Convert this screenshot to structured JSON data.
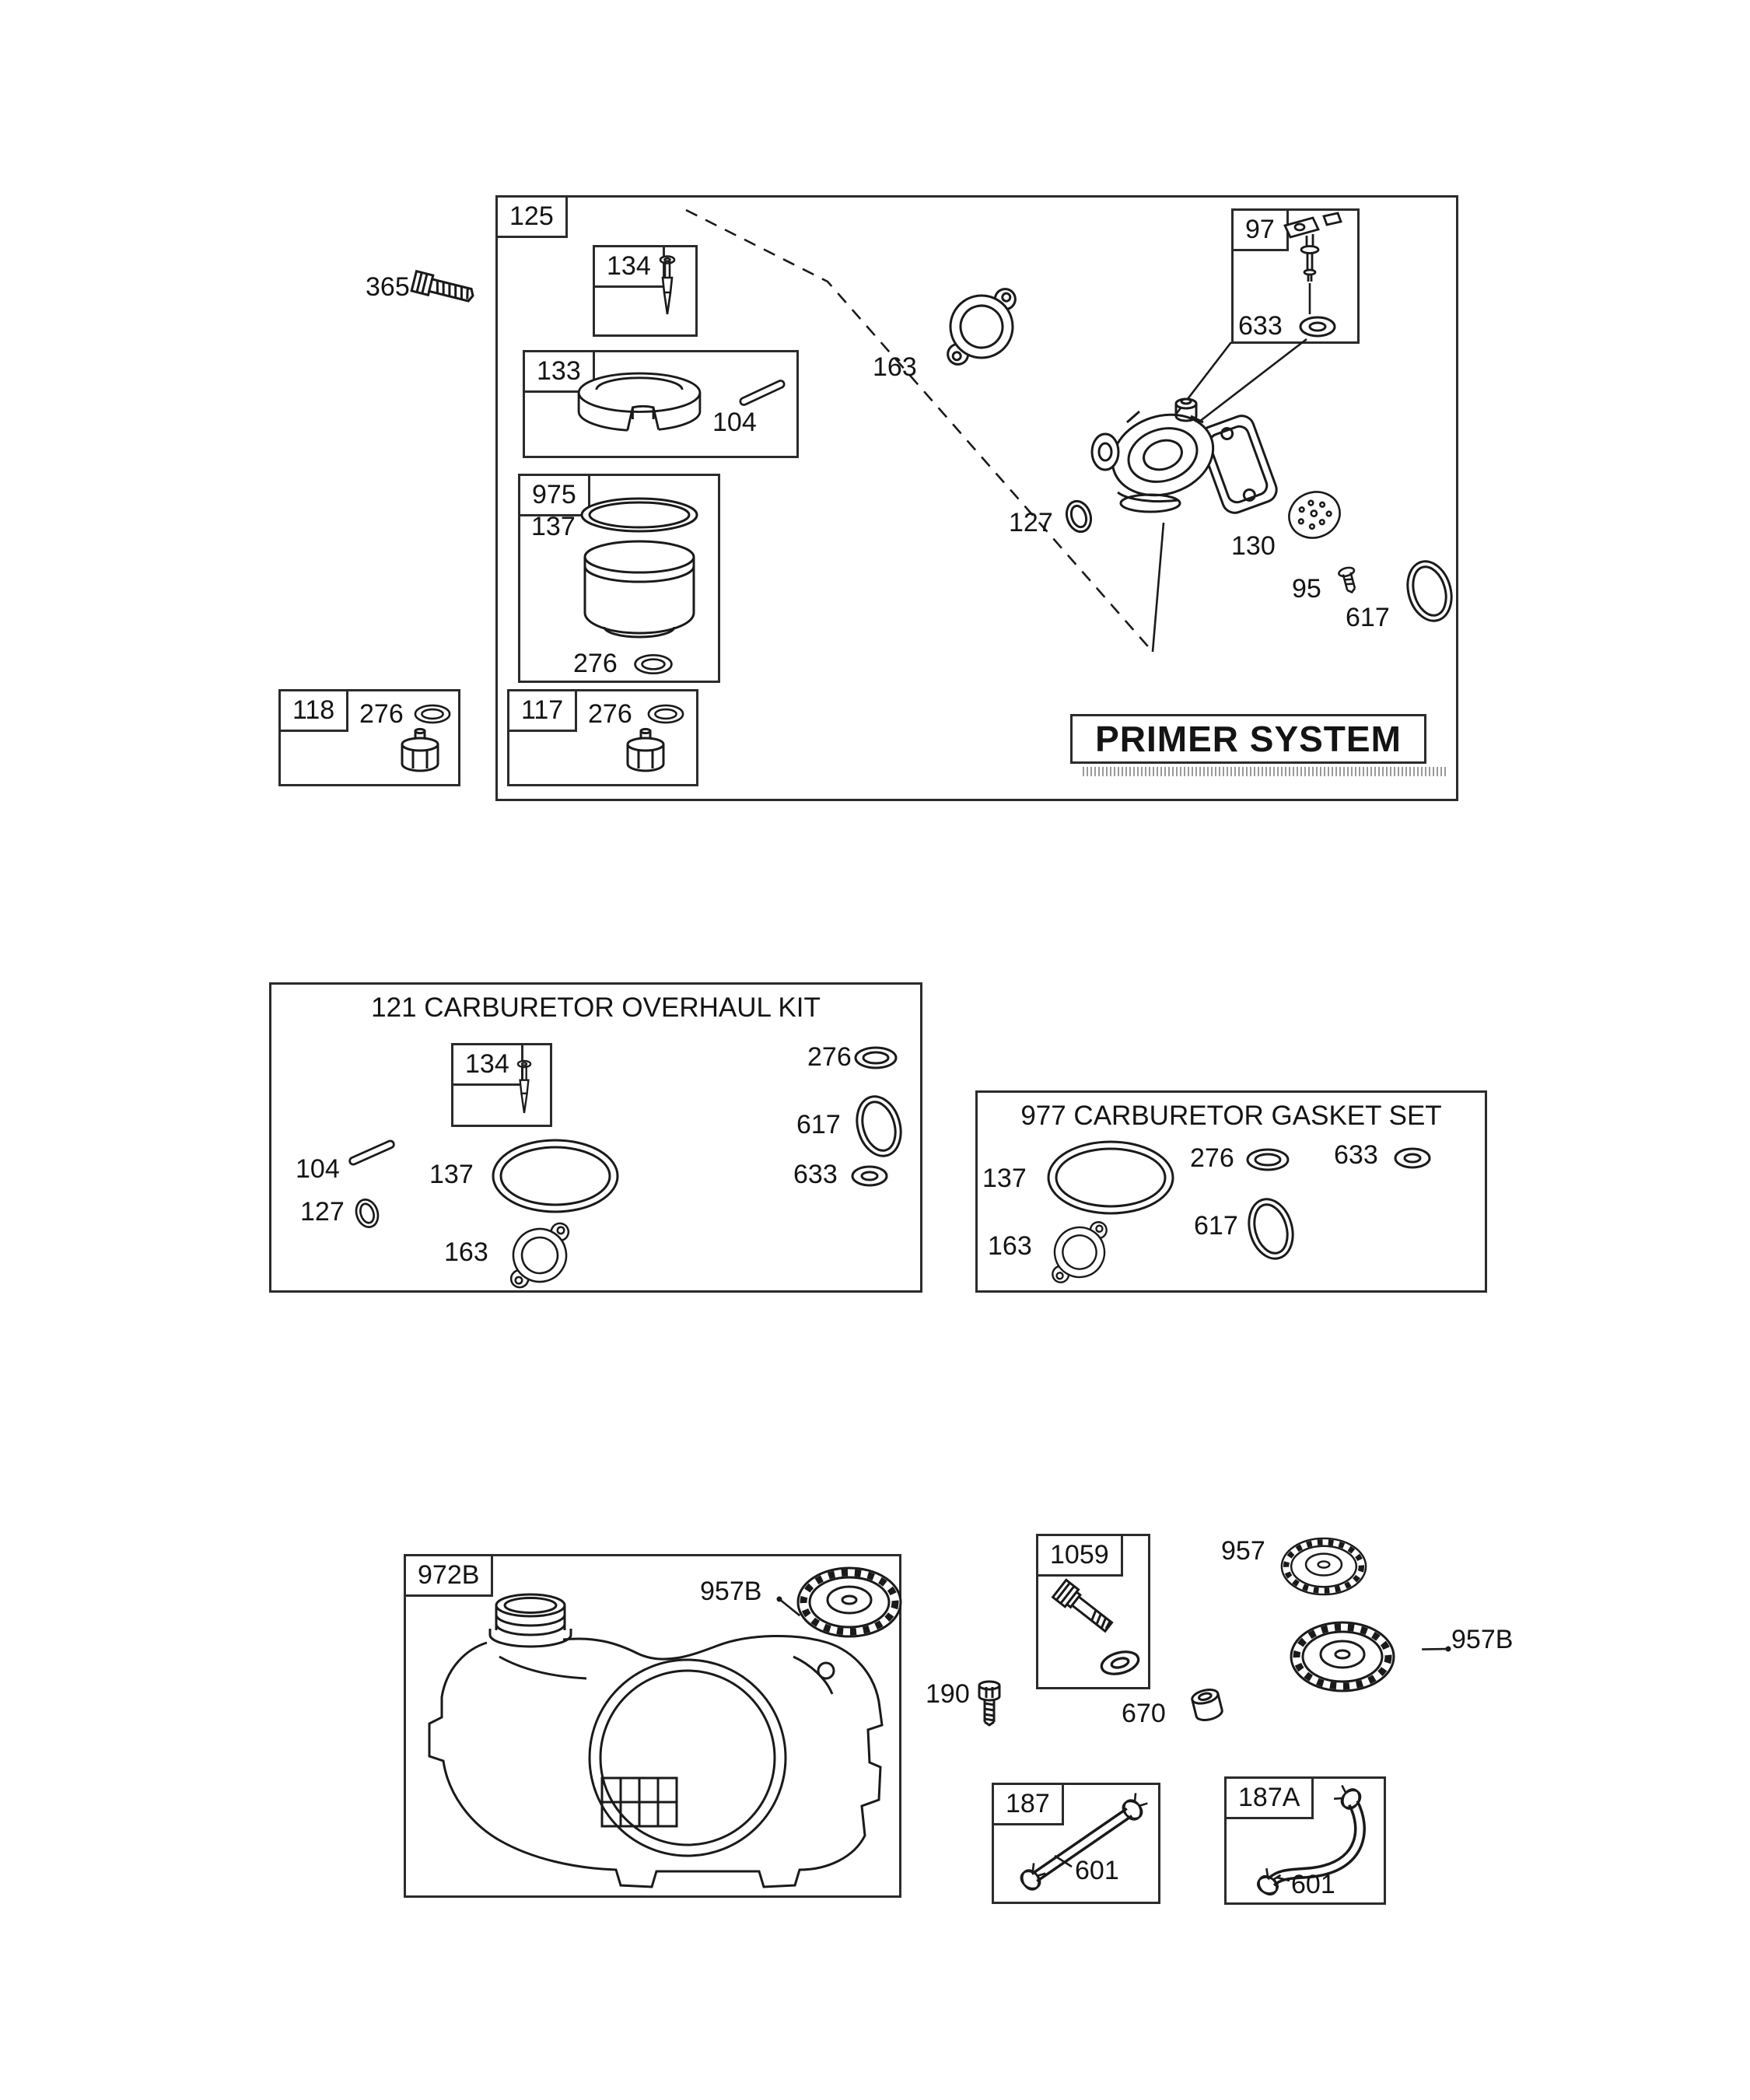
{
  "diagram": {
    "titles": {
      "primer_system": "PRIMER SYSTEM",
      "overhaul_kit": "121 CARBURETOR OVERHAUL KIT",
      "gasket_set": "977 CARBURETOR GASKET SET"
    },
    "part_numbers": {
      "n95": "95",
      "n97": "97",
      "n104": "104",
      "n117": "117",
      "n118": "118",
      "n125": "125",
      "n127": "127",
      "n130": "130",
      "n133": "133",
      "n134": "134",
      "n137": "137",
      "n163": "163",
      "n187": "187",
      "n187a": "187A",
      "n190": "190",
      "n276": "276",
      "n365": "365",
      "n601": "601",
      "n617": "617",
      "n633": "633",
      "n670": "670",
      "n957": "957",
      "n957b": "957B",
      "n972b": "972B",
      "n975": "975",
      "n1059": "1059"
    },
    "colors": {
      "line": "#1a1a1a",
      "background": "#ffffff"
    }
  }
}
